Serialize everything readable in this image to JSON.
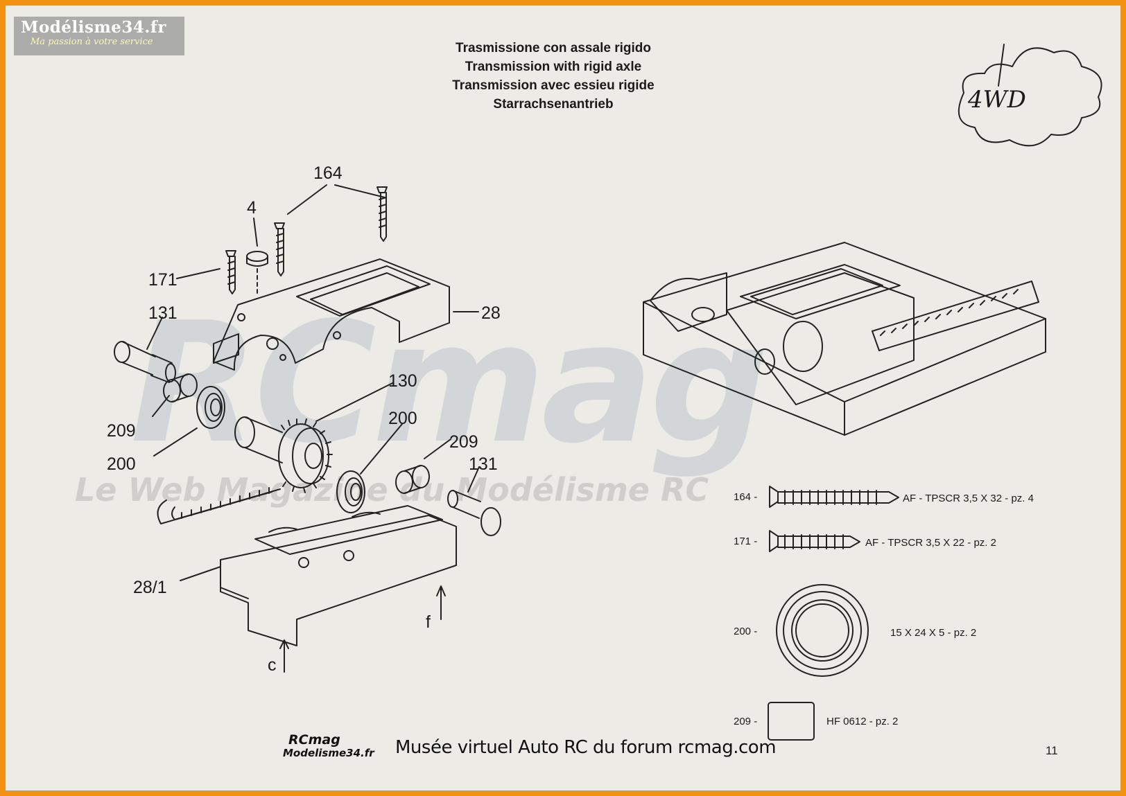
{
  "watermark": {
    "site_title": "Modélisme34.fr",
    "site_tagline": "Ma passion à votre service",
    "big_logo": "RCmag",
    "subtitle": "Le Web Magazine du Modélisme RC"
  },
  "header": {
    "titles": [
      "Trasmissione con assale rigido",
      "Transmission with rigid axle",
      "Transmission avec essieu rigide",
      "Starrachsenantrieb"
    ],
    "badge": "4WD"
  },
  "callouts": {
    "c164": "164",
    "c4": "4",
    "c171": "171",
    "c131a": "131",
    "c28": "28",
    "c130": "130",
    "c200a": "200",
    "c209a": "209",
    "c209b": "209",
    "c200b": "200",
    "c131b": "131",
    "c28_1": "28/1",
    "cf": "f",
    "cc": "c"
  },
  "parts_list": [
    {
      "num": "164 -",
      "desc": "AF - TPSCR 3,5 X 32 - pz. 4"
    },
    {
      "num": "171 -",
      "desc": "AF - TPSCR 3,5 X 22 - pz. 2"
    },
    {
      "num": "200 -",
      "desc": "15 X 24 X 5 - pz. 2"
    },
    {
      "num": "209 -",
      "desc": "HF 0612 - pz. 2"
    }
  ],
  "footer": {
    "brand_top": "RCmag",
    "brand_bottom": "Modelisme34.fr",
    "caption": "Musée virtuel Auto RC du forum rcmag.com",
    "page_number": "11"
  },
  "colors": {
    "frame": "#f2900f",
    "paper": "#ecebe6",
    "ink": "#1a1a1a"
  }
}
